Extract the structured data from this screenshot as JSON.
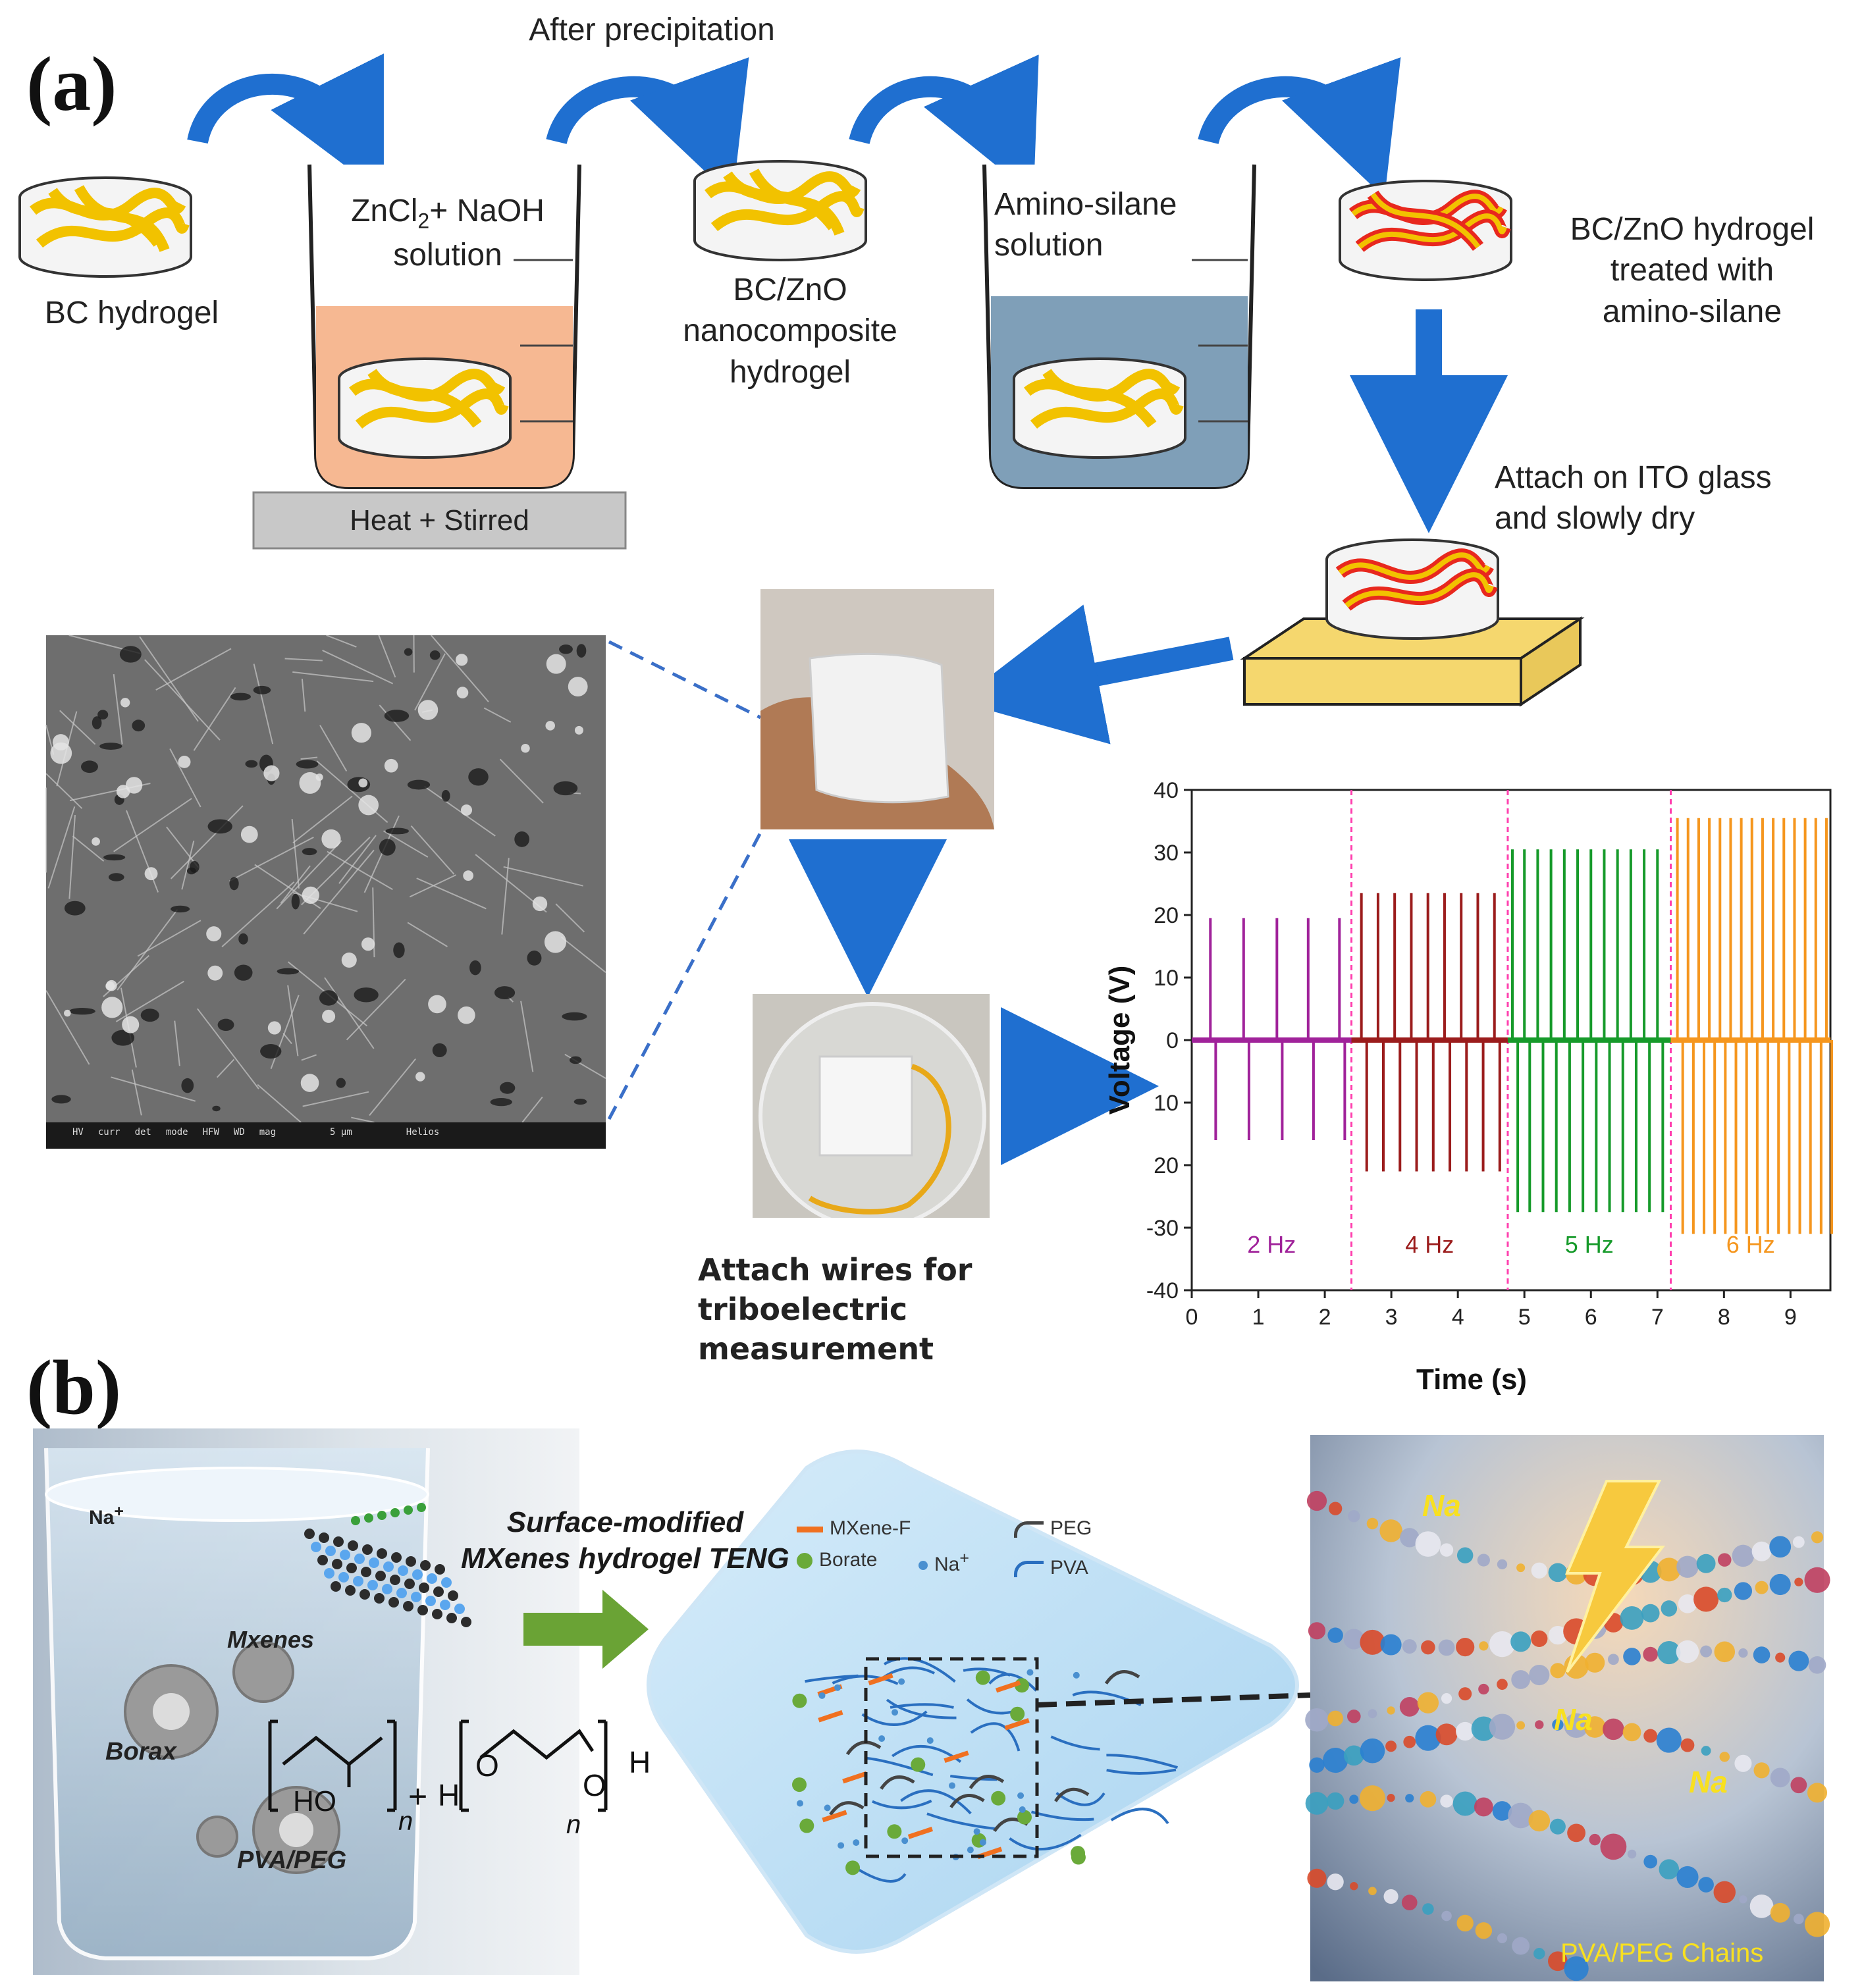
{
  "panel_a": {
    "label": "(a)",
    "steps": {
      "bc_hydrogel": "BC hydrogel",
      "beaker1_text_line1": "ZnCl",
      "beaker1_text_sub": "2",
      "beaker1_text_line1b": "+ NaOH",
      "beaker1_text_line2": "solution",
      "hot_plate": "Heat + Stirred",
      "after_precipitation": "After precipitation",
      "bczno_line1": "BC/ZnO",
      "bczno_line2": "nanocomposite",
      "bczno_line3": "hydrogel",
      "beaker2_line1": "Amino-silane",
      "beaker2_line2": "solution",
      "treated_line1": "BC/ZnO hydrogel",
      "treated_line2": "treated with",
      "treated_line3": "amino-silane",
      "attach_line1": "Attach on ITO glass",
      "attach_line2": "and slowly dry",
      "wires_line1": "Attach wires for",
      "wires_line2": "triboelectric measurement"
    },
    "sem_footer": [
      "HV",
      "curr",
      "det",
      "mode",
      "HFW",
      "WD",
      "mag",
      "5 μm",
      "Helios"
    ],
    "colors": {
      "arrow": "#1f6fd0",
      "fiber": "#f2c200",
      "fiber_red": "#e8281e",
      "orange_solution": "#f6b892",
      "blue_solution": "#7f9fb8",
      "hot_plate": "#c8c8c8",
      "ito": "#f5d76e"
    }
  },
  "chart_data": {
    "type": "line",
    "xlabel": "Time (s)",
    "ylabel": "Voltage (V)",
    "xlim": [
      0,
      9.6
    ],
    "ylim": [
      -40,
      40
    ],
    "xticks": [
      0,
      1,
      2,
      3,
      4,
      5,
      6,
      7,
      8,
      9
    ],
    "yticks": [
      40,
      30,
      20,
      10,
      0,
      -10,
      -20,
      -30,
      -40
    ],
    "ytick_labels": [
      "40",
      "30",
      "20",
      "10",
      "0",
      "10",
      "20",
      "-30",
      "-40"
    ],
    "dividers": [
      2.4,
      4.75,
      7.2
    ],
    "series": [
      {
        "name": "2 Hz",
        "color": "#a0229a",
        "x_start": 0.0,
        "x_end": 2.4,
        "peak_times": [
          0.28,
          0.78,
          1.28,
          1.75,
          2.22
        ],
        "positive_peak": 19.5,
        "negative_peak": -16
      },
      {
        "name": "4 Hz",
        "color": "#9b1c1c",
        "x_start": 2.4,
        "x_end": 4.75,
        "peak_times": [
          2.55,
          2.8,
          3.05,
          3.3,
          3.55,
          3.8,
          4.05,
          4.3,
          4.55
        ],
        "positive_peak": 23.5,
        "negative_peak": -21
      },
      {
        "name": "5 Hz",
        "color": "#169a2a",
        "x_start": 4.75,
        "x_end": 7.2,
        "peak_times": [
          4.82,
          5.0,
          5.2,
          5.4,
          5.6,
          5.8,
          6.0,
          6.2,
          6.4,
          6.6,
          6.8,
          7.0
        ],
        "positive_peak": 30.5,
        "negative_peak": -27.5
      },
      {
        "name": "6 Hz",
        "color": "#f5961e",
        "x_start": 7.2,
        "x_end": 9.6,
        "peak_times": [
          7.3,
          7.46,
          7.62,
          7.78,
          7.94,
          8.1,
          8.26,
          8.42,
          8.58,
          8.74,
          8.9,
          9.06,
          9.22,
          9.38,
          9.54
        ],
        "positive_peak": 35.5,
        "negative_peak": -31
      }
    ]
  },
  "panel_b": {
    "label": "(b)",
    "title_line1": "Surface-modified",
    "title_line2": "MXenes hydrogel TENG",
    "beaker_labels": {
      "na": "Na",
      "na_sup": "+",
      "mxenes": "Mxenes",
      "borax": "Borax",
      "pva_peg": "PVA/PEG",
      "ho": "HO",
      "n": "n",
      "h": "H",
      "o": "O",
      "plus": "+"
    },
    "legend": {
      "mxene_f": "MXene-F",
      "peg": "PEG",
      "borate": "Borate",
      "na": "Na",
      "na_sup": "+",
      "pva": "PVA"
    },
    "chains_labels": [
      "Na",
      "Na",
      "Na"
    ],
    "chains_caption": "PVA/PEG Chains",
    "colors": {
      "green_arrow": "#6aa335",
      "mxene_f": "#f07020",
      "borate": "#6aaa3a",
      "na_dot": "#4a90d0",
      "chain_blue": "#2a6fc0",
      "yellow_text": "#f8e020"
    }
  }
}
